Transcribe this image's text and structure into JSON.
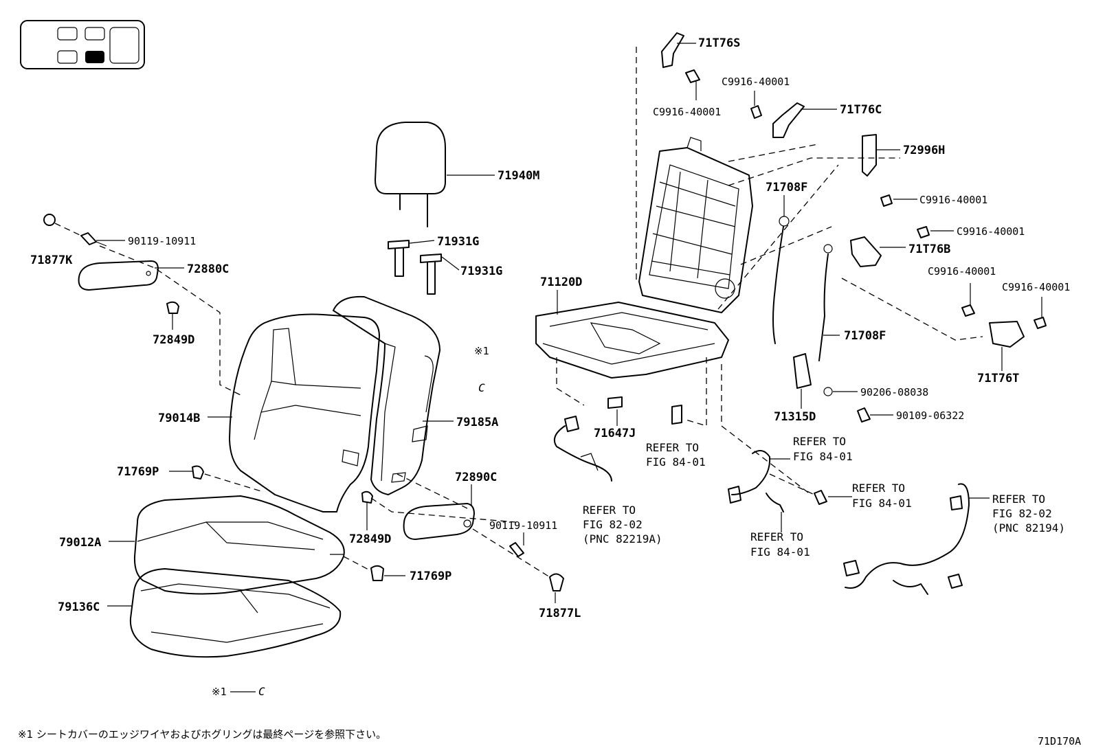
{
  "labels": {
    "l71T76S": "71T76S",
    "lC9916a": "C9916-40001",
    "lC9916b": "C9916-40001",
    "l71T76C": "71T76C",
    "l72996H": "72996H",
    "lC9916c": "C9916-40001",
    "lC9916d": "C9916-40001",
    "l71T76B": "71T76B",
    "lC9916e": "C9916-40001",
    "lC9916f": "C9916-40001",
    "l71T76T": "71T76T",
    "l71940M": "71940M",
    "l71931Ga": "71931G",
    "l71931Gb": "71931G",
    "l90119a": "90119-10911",
    "l71877K": "71877K",
    "l72880C": "72880C",
    "l72849Da": "72849D",
    "l71708Fa": "71708F",
    "l71708Fb": "71708F",
    "l71120D": "71120D",
    "l79014B": "79014B",
    "l79185A": "79185A",
    "l71647J": "71647J",
    "l71315D": "71315D",
    "l90206": "90206-08038",
    "l90109": "90109-06322",
    "l71769Pa": "71769P",
    "l72890C": "72890C",
    "l79012A": "79012A",
    "l72849Db": "72849D",
    "l90119b": "90119-10911",
    "l71769Pb": "71769P",
    "l79136C": "79136C",
    "l71877L": "71877L",
    "note1": "※1",
    "noteC": "C",
    "note2": "※1",
    "noteC2": "C"
  },
  "refs": {
    "r1a": "REFER TO",
    "r1b": "FIG 84-01",
    "r2a": "REFER TO",
    "r2b": "FIG 84-01",
    "r3a": "REFER TO",
    "r3b": "FIG 84-01",
    "r4a": "REFER TO",
    "r4b": "FIG 84-01",
    "r5a": "REFER TO",
    "r5b": "FIG 82-02",
    "r5c": "(PNC 82219A)",
    "r6a": "REFER TO",
    "r6b": "FIG 82-02",
    "r6c": "(PNC 82194)"
  },
  "footnote": "※1 シートカバーのエッジワイヤおよびホグリングは最終ページを参照下さい。",
  "figure_code": "71D170A"
}
